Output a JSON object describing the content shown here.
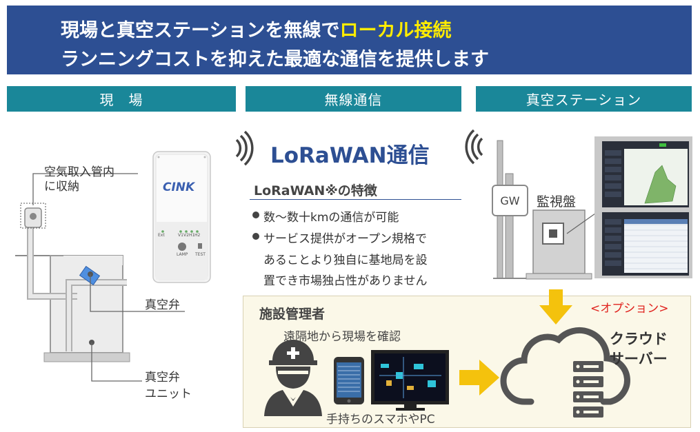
{
  "header": {
    "line1_prefix": "現場と真空ステーションを無線で",
    "line1_highlight": "ローカル接続",
    "line2": "ランニングコストを抑えた最適な通信を提供します"
  },
  "sections": {
    "site": "現　場",
    "wireless": "無線通信",
    "station": "真空ステーション"
  },
  "site": {
    "air_intake_label_1": "空気取入管内",
    "air_intake_label_2": "に収納",
    "valve_label": "真空弁",
    "valve_unit_label_1": "真空弁",
    "valve_unit_label_2": "ユニット",
    "device_brand": "CINK",
    "device_indicator_labels": [
      "Ext",
      "V1",
      "V2",
      "H1",
      "H2"
    ],
    "device_lamp": "LAMP",
    "device_test": "TEST"
  },
  "wireless": {
    "title": "LoRaWAN通信",
    "features_title": "LoRaWAN※の特徴",
    "bullet1": "数～数十kmの通信が可能",
    "bullet2_line1": "サービス提供がオープン規格で",
    "bullet2_line2": "あることより独自に基地局を設",
    "bullet2_line3": "置でき市場独占性がありません"
  },
  "station": {
    "gw_label": "GW",
    "monitor_label": "監視盤"
  },
  "facility": {
    "title": "施設管理者",
    "remote_check": "遠隔地から現場を確認",
    "devices_caption": "手持ちのスマホやPC",
    "option": "<オプション>",
    "cloud_line1": "クラウド",
    "cloud_line2": "サーバー"
  },
  "colors": {
    "header_bg": "#2d4f93",
    "highlight": "#ffec00",
    "tab_bg": "#1a8799",
    "arrow": "#f4c20d",
    "option_text": "#e0231e",
    "panel_bg": "#fbf8e8"
  }
}
